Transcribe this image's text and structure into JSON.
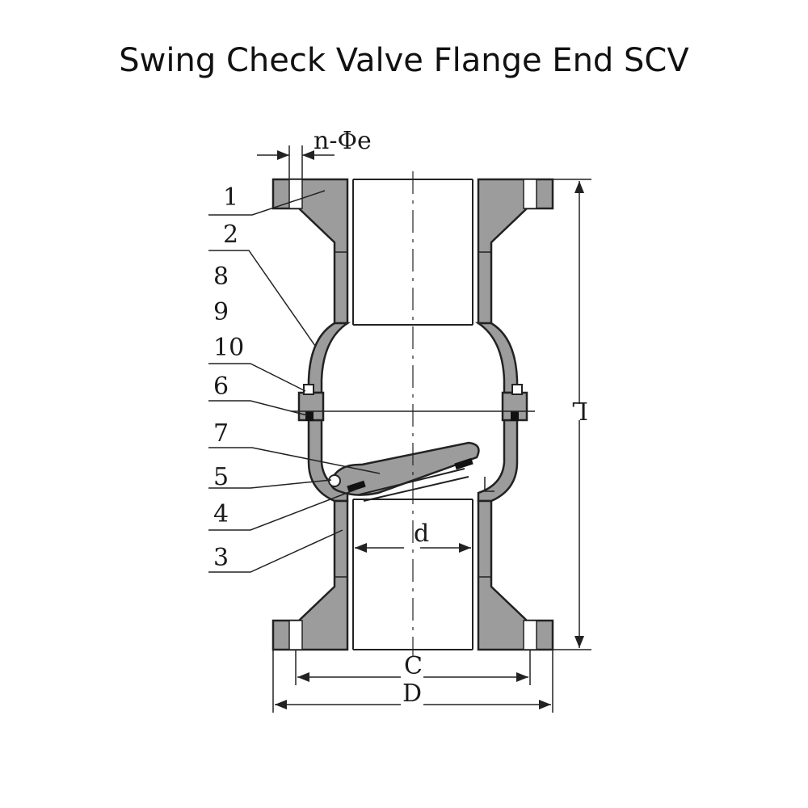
{
  "title": "Swing Check Valve Flange End SCV",
  "part_labels": [
    "1",
    "2",
    "8",
    "9",
    "10",
    "6",
    "7",
    "5",
    "4",
    "3"
  ],
  "dimension_labels": {
    "bolt_holes": "n-Φe",
    "length": "L",
    "bore": "d",
    "bolt_circle": "C",
    "flange_diameter": "D"
  },
  "colors": {
    "body_fill": "#9c9c9c",
    "line": "#222222"
  }
}
